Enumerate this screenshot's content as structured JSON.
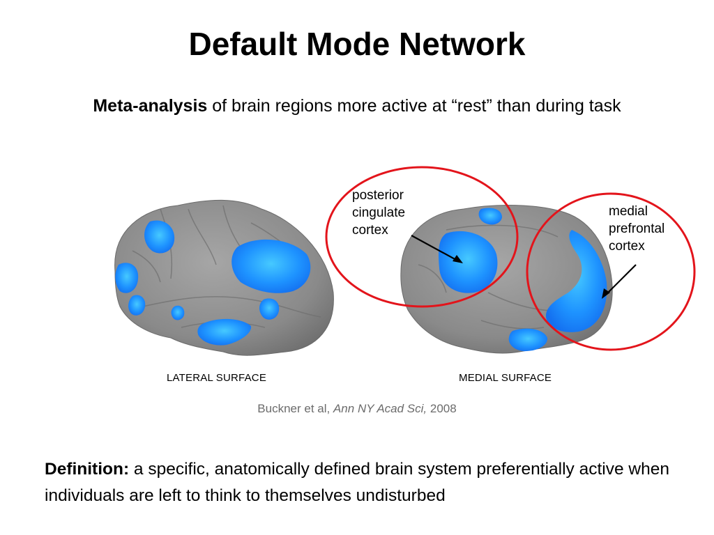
{
  "slide": {
    "title": "Default Mode Network",
    "subtitle": {
      "bold": "Meta-analysis",
      "rest": " of brain regions more active at “rest” than during task"
    },
    "labels": {
      "pcc": [
        "posterior",
        "cingulate",
        "cortex"
      ],
      "mpfc": [
        "medial",
        "prefrontal",
        "cortex"
      ],
      "lateral": "LATERAL SURFACE",
      "medial": "MEDIAL SURFACE"
    },
    "citation": {
      "authors": "Buckner et al,",
      "journal": "Ann NY Acad Sci,",
      "year": "2008"
    },
    "definition": {
      "bold": "Definition:",
      "rest": " a specific, anatomically defined brain system preferentially active when individuals are left to think to themselves undisturbed"
    },
    "colors": {
      "brain": "#8f8f8f",
      "activation": "#1a8cff",
      "activation_core": "#3fb6ff",
      "circle": "#e3141b"
    }
  }
}
